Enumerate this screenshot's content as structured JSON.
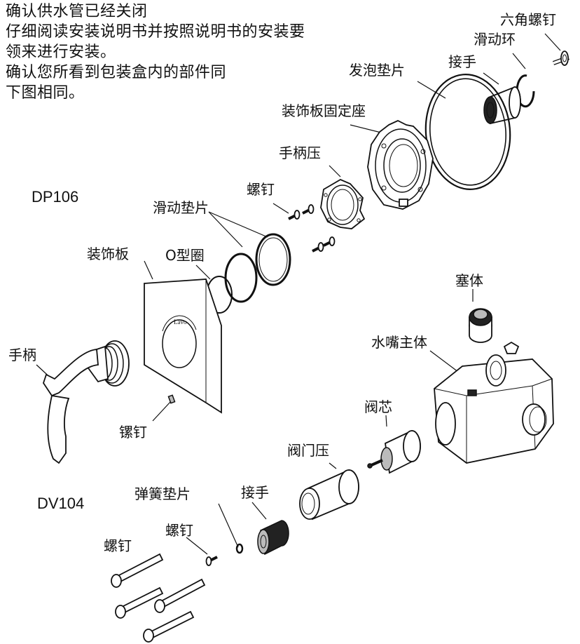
{
  "intro": {
    "line1": "确认供水管已经关闭",
    "line2": "仔细阅读安装说明书并按照说明书的安装要",
    "line3": "领来进行安装。",
    "line4": "确认您所看到包装盒内的部件同",
    "line5": "下图相同。"
  },
  "models": {
    "top": "DP106",
    "bottom": "DV104"
  },
  "labels": {
    "hex_screw": "六角螺钉",
    "slide_ring": "滑动环",
    "connector_top": "接手",
    "foam_gasket": "发泡垫片",
    "plate_mount": "装饰板固定座",
    "handle_press": "手柄压",
    "screw_top": "螺钉",
    "slide_gasket": "滑动垫片",
    "trim_plate": "装饰板",
    "o_ring": "O型圈",
    "plug": "塞体",
    "body": "水嘴主体",
    "handle": "手柄",
    "set_screw": "镙钉",
    "cartridge": "阀芯",
    "valve_press": "阀门压",
    "spring_washer": "弹簧垫片",
    "connector_bottom": "接手",
    "screw_mid": "螺钉",
    "screw_left": "螺钉"
  }
}
